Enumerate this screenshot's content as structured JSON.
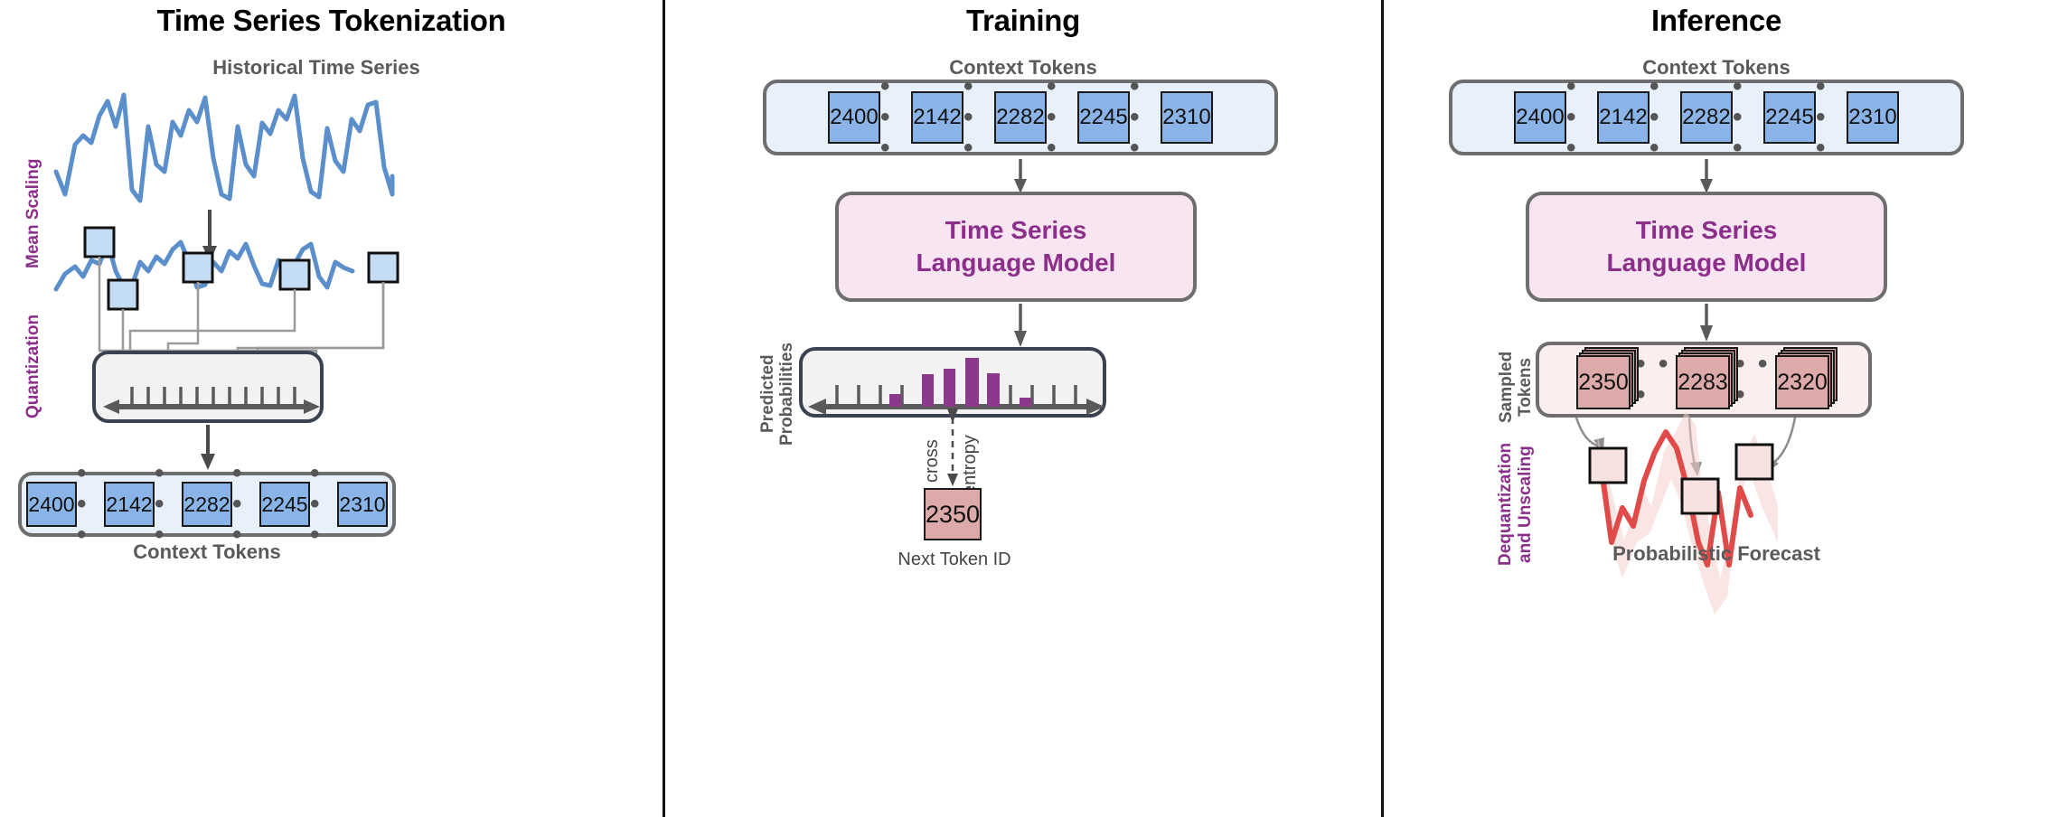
{
  "panels": {
    "tokenization": {
      "title": "Time Series Tokenization",
      "series_label": "Historical Time Series",
      "vlabel_mean_scaling": "Mean Scaling",
      "vlabel_quantization": "Quantization",
      "context_caption": "Context Tokens",
      "tokens": [
        "2400",
        "2142",
        "2282",
        "2245",
        "2310"
      ],
      "ellipsis": "• • •"
    },
    "training": {
      "title": "Training",
      "context_label": "Context Tokens",
      "tokens": [
        "2400",
        "2142",
        "2282",
        "2245",
        "2310"
      ],
      "ellipsis": "• • •",
      "model_line1": "Time Series",
      "model_line2": "Language Model",
      "vlabel_predicted": "Predicted\nProbabilities",
      "vlabel_predicted_line1": "Predicted",
      "vlabel_predicted_line2": "Probabilities",
      "loss_label_line1": "cross",
      "loss_label_line2": "entropy",
      "next_token_id": "2350",
      "next_token_caption": "Next Token ID"
    },
    "inference": {
      "title": "Inference",
      "context_label": "Context Tokens",
      "tokens": [
        "2400",
        "2142",
        "2282",
        "2245",
        "2310"
      ],
      "ellipsis": "• • •",
      "model_line1": "Time Series",
      "model_line2": "Language Model",
      "vlabel_sampled_line1": "Sampled",
      "vlabel_sampled_line2": "Tokens",
      "sampled_tokens": [
        "2350",
        "2283",
        "2320"
      ],
      "vlabel_dequant_line1": "Dequantization",
      "vlabel_dequant_line2": "and Unscaling",
      "forecast_caption": "Probabilistic Forecast"
    }
  },
  "colors": {
    "series_blue": "#5B8FCB",
    "forecast_red": "#E04A48",
    "token_blue": "#8ab4e8",
    "token_strip_bg": "#e7f0fb",
    "model_pink": "#f7e5f1",
    "model_purple_text": "#8B2F8B",
    "sampled_pink": "#ddaaaa",
    "label_gray": "#5a5a5a",
    "axis_dark": "#3a4251",
    "prob_bar_purple": "#8B3A8B"
  },
  "chart_data": [
    {
      "type": "line",
      "name": "historical-time-series",
      "title": "Historical Time Series",
      "color": "#5B8FCB",
      "values": [
        28,
        72,
        48,
        58,
        52,
        78,
        88,
        68,
        92,
        10,
        5,
        62,
        30,
        26,
        66,
        58,
        80,
        72,
        90,
        40,
        8,
        6,
        66,
        30,
        20,
        68,
        56,
        80,
        70,
        92,
        40,
        10,
        8,
        64,
        34,
        24,
        72,
        62,
        86,
        88,
        20,
        6,
        62
      ]
    },
    {
      "type": "line",
      "name": "mean-scaled-series",
      "color": "#5B8FCB",
      "values": [
        38,
        62,
        50,
        54,
        72,
        64,
        88,
        22,
        10,
        70,
        40,
        46,
        74,
        66,
        84,
        86,
        30,
        14,
        72,
        48,
        38,
        78,
        70,
        86,
        56,
        22,
        10,
        68,
        42,
        52,
        78,
        86,
        26,
        12,
        74
      ],
      "highlight_points": [
        6,
        8,
        15,
        24,
        33
      ]
    },
    {
      "type": "bar",
      "name": "predicted-probabilities",
      "title": "Predicted Probabilities",
      "color": "#8B3A8B",
      "categories": [
        "b1",
        "b2",
        "b3",
        "b4",
        "b5",
        "b6",
        "b7",
        "b8",
        "b9",
        "b10",
        "b11",
        "b12",
        "b13"
      ],
      "values": [
        0,
        0,
        22,
        0,
        62,
        0,
        76,
        0,
        100,
        0,
        60,
        0,
        16
      ],
      "ylim": [
        0,
        100
      ],
      "axis": "bidirectional-arrow",
      "tick_count": 14
    },
    {
      "type": "line",
      "name": "probabilistic-forecast",
      "title": "Probabilistic Forecast",
      "color": "#E04A48",
      "values": [
        86,
        38,
        20,
        62,
        48,
        78,
        70,
        86,
        54,
        18,
        0,
        64,
        22,
        70,
        62
      ],
      "has_uncertainty_band": true,
      "marker_points": [
        0,
        9,
        14
      ]
    }
  ]
}
